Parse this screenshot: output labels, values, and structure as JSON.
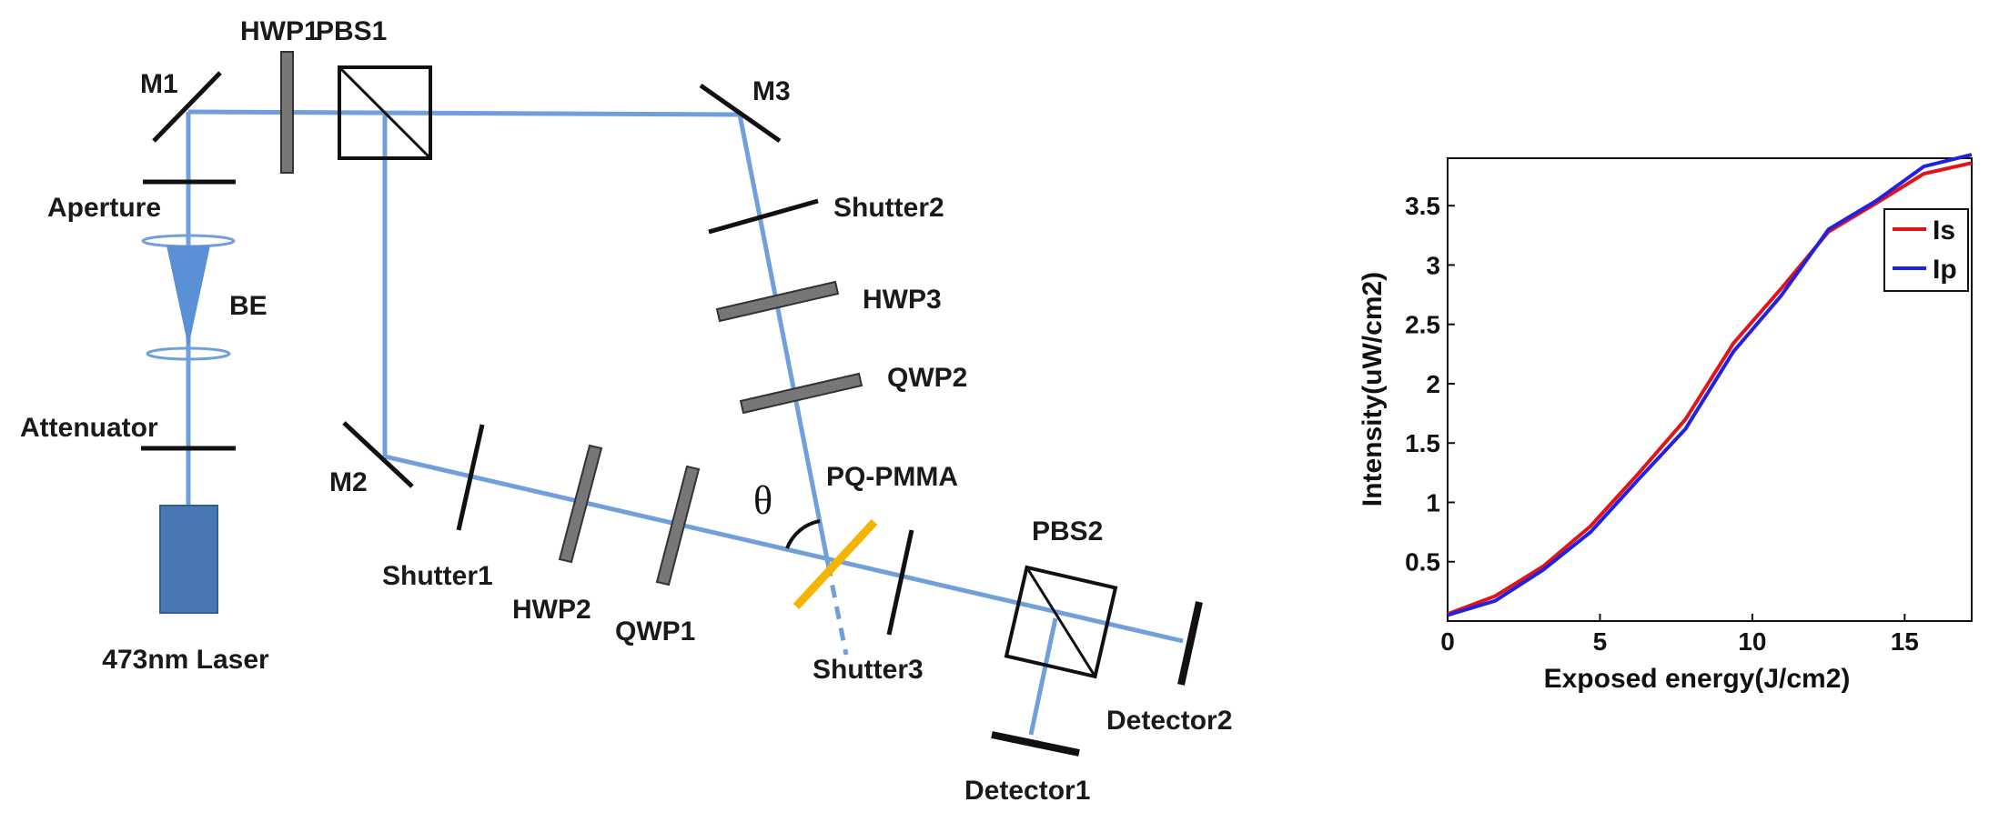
{
  "diagram": {
    "labels": {
      "m1": "M1",
      "hwp1": "HWP1",
      "pbs1": "PBS1",
      "m3": "M3",
      "aperture": "Aperture",
      "be": "BE",
      "attenuator": "Attenuator",
      "laser": "473nm Laser",
      "m2": "M2",
      "shutter1": "Shutter1",
      "hwp2": "HWP2",
      "qwp1": "QWP1",
      "shutter2": "Shutter2",
      "hwp3": "HWP3",
      "qwp2": "QWP2",
      "pq_pmma": "PQ-PMMA",
      "theta": "θ",
      "shutter3": "Shutter3",
      "pbs2": "PBS2",
      "detector1": "Detector1",
      "detector2": "Detector2"
    },
    "colors": {
      "beam": "#6fa0dc",
      "sample": "#f5b400",
      "plate": "#777777",
      "laser": "#4a78b4"
    }
  },
  "chart_data": {
    "type": "line",
    "xlabel": "Exposed energy(J/cm2)",
    "ylabel": "Intensity(uW/cm2)",
    "xlim": [
      0,
      17.2
    ],
    "ylim": [
      0,
      3.9
    ],
    "xticks": [
      0,
      5,
      10,
      15
    ],
    "xtick_labels": [
      "0",
      "5",
      "10",
      "15"
    ],
    "yticks": [
      0.5,
      1,
      1.5,
      2,
      2.5,
      3,
      3.5
    ],
    "ytick_labels": [
      "0.5",
      "1",
      "1.5",
      "2",
      "2.5",
      "3",
      "3.5"
    ],
    "grid": false,
    "legend_position": "top-right",
    "series": [
      {
        "name": "Is",
        "color": "#e0151c",
        "x": [
          0,
          1.56,
          3.13,
          4.69,
          6.25,
          7.81,
          9.38,
          10.94,
          12.5,
          14.06,
          15.63,
          17.2
        ],
        "y": [
          0.06,
          0.21,
          0.46,
          0.8,
          1.24,
          1.7,
          2.34,
          2.8,
          3.28,
          3.52,
          3.77,
          3.86
        ]
      },
      {
        "name": "Ip",
        "color": "#1f22e0",
        "x": [
          0,
          1.56,
          3.13,
          4.69,
          6.25,
          7.81,
          9.38,
          10.94,
          12.5,
          14.06,
          15.63,
          17.2
        ],
        "y": [
          0.05,
          0.17,
          0.43,
          0.75,
          1.19,
          1.62,
          2.27,
          2.74,
          3.3,
          3.54,
          3.83,
          3.93
        ]
      }
    ]
  }
}
